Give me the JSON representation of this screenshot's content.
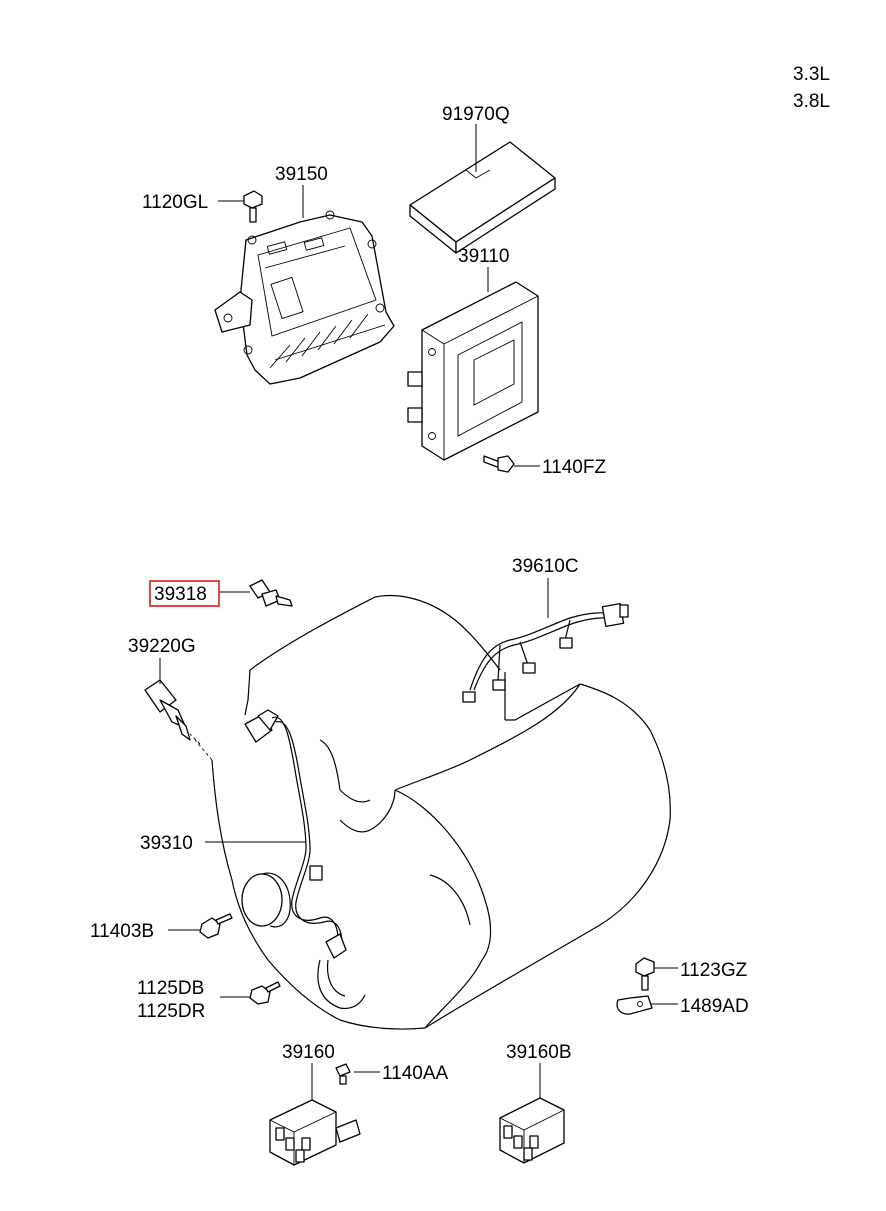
{
  "engine_variants": [
    "3.3L",
    "3.8L"
  ],
  "highlighted_part": "39318",
  "highlight_color": "#d31f1f",
  "callouts": {
    "p91970Q": "91970Q",
    "p39150": "39150",
    "p1120GL": "1120GL",
    "p39110": "39110",
    "p1140FZ": "1140FZ",
    "p39610C": "39610C",
    "p39318": "39318",
    "p39220G": "39220G",
    "p39310": "39310",
    "p11403B": "11403B",
    "p1125DB": "1125DB",
    "p1125DR": "1125DR",
    "p1123GZ": "1123GZ",
    "p1489AD": "1489AD",
    "p39160": "39160",
    "p1140AA": "1140AA",
    "p39160B": "39160B"
  }
}
